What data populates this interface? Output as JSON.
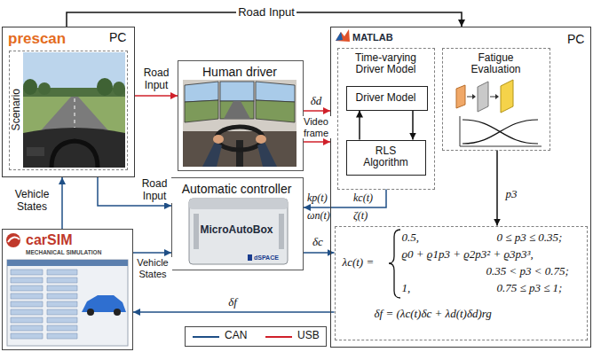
{
  "diagram": {
    "nodes": [
      {
        "text": [
          "prescan",
          "PC"
        ]
      },
      {
        "text": [
          "Scenario"
        ],
        "in": 0
      },
      {
        "text": [
          "Human driver"
        ]
      },
      {
        "text": [
          "MATLAB",
          "PC"
        ]
      },
      {
        "text": [
          "Time-varying Driver Model"
        ],
        "in": 3
      },
      {
        "text": [
          "Driver Model"
        ],
        "in": 4
      },
      {
        "text": [
          "RLS Algorithm"
        ],
        "in": 4
      },
      {
        "text": [
          "Fatigue Evaluation"
        ],
        "in": 3
      },
      {
        "text": [
          "Automatic controller",
          "MicroAutoBox",
          "dSPACE"
        ]
      },
      {
        "text": [
          "λc(t) =",
          "0.5,",
          "0 ≤ p3 ≤ 0.35;",
          "ϱ0 + ϱ1p3 + ϱ2p3² + ϱ3p3³,",
          "0.35 < p3 < 0.75;",
          "1,",
          "0.75 ≤ p3 ≤ 1;",
          "δf = (λc(t)δc + λd(t)δd)rg"
        ],
        "in": 3
      },
      {
        "text": [
          "carSIM",
          "MECHANICAL SIMULATION"
        ]
      }
    ],
    "edges": [
      {
        "from": 0,
        "to": 3,
        "arrow": "to",
        "label": "Road Input"
      },
      {
        "from": 0,
        "to": 2,
        "arrow": "to",
        "label": "Road Input"
      },
      {
        "from": 0,
        "to": 8,
        "arrow": "to",
        "label": "Road Input"
      },
      {
        "from": 10,
        "to": 0,
        "arrow": "to",
        "label": "Vehicle States"
      },
      {
        "from": 10,
        "to": 8,
        "arrow": "to",
        "label": "Vehicle States"
      },
      {
        "from": 2,
        "to": 3,
        "arrow": "to",
        "label": "δd"
      },
      {
        "from": 2,
        "to": 3,
        "arrow": "to",
        "label": "Video frame"
      },
      {
        "from": 4,
        "to": 8,
        "arrow": "to"
      },
      {
        "from": 7,
        "to": 9,
        "arrow": "to",
        "label": "p3"
      },
      {
        "from": 8,
        "to": 9,
        "arrow": "to",
        "label": "δc"
      },
      {
        "from": 9,
        "to": 10,
        "arrow": "to",
        "label": "δf"
      },
      {
        "from": 5,
        "to": 6,
        "arrow": "to"
      },
      {
        "from": 6,
        "to": 5,
        "arrow": "to"
      }
    ],
    "labels": [
      "kp(t)",
      "kc(t)",
      "ωn(t)",
      "ζ(t)"
    ],
    "legend": [
      {
        "text": "CAN"
      },
      {
        "text": "USB"
      }
    ]
  }
}
